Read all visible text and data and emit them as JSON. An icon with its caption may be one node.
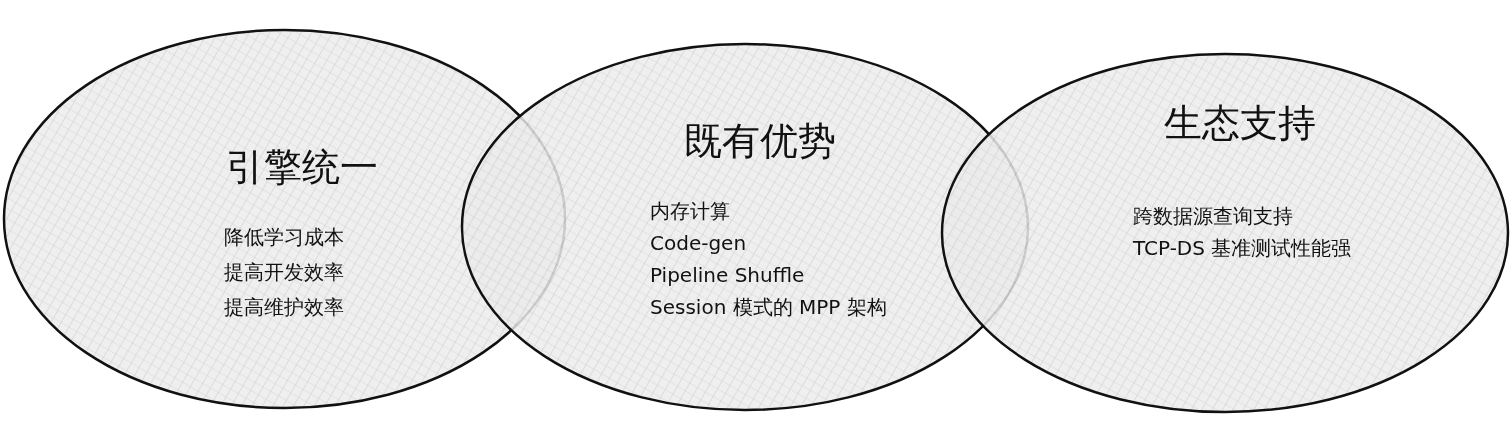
{
  "diagram": {
    "nodes": [
      {
        "text": [
          "引擎统一",
          "降低学习成本",
          "提高开发效率",
          "提高维护效率"
        ]
      },
      {
        "text": [
          "既有优势",
          "内存计算",
          "Code-gen",
          "Pipeline Shuffle",
          "Session 模式的 MPP 架构"
        ]
      },
      {
        "text": [
          "生态支持",
          "跨数据源查询支持",
          "TCP-DS 基准测试性能强"
        ]
      }
    ]
  }
}
